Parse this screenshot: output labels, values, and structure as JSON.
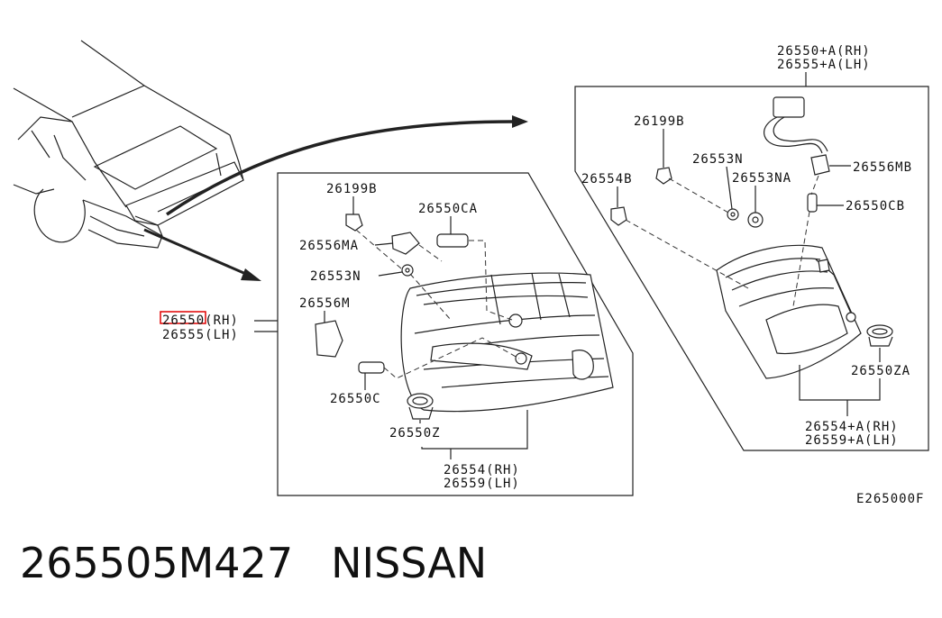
{
  "labels": {
    "main_rh": "26550(RH)",
    "main_lh": "26555(LH)",
    "p26199b": "26199B",
    "p26550ca": "26550CA",
    "p26556ma": "26556MA",
    "p26553n": "26553N",
    "p26556m": "26556M",
    "p26550c": "26550C",
    "p26550z": "26550Z",
    "p26554rh": "26554(RH)",
    "p26559lh": "26559(LH)",
    "r_top_rh": "26550+A(RH)",
    "r_top_lh": "26555+A(LH)",
    "r_26199b": "26199B",
    "r_26553n": "26553N",
    "r_26554b": "26554B",
    "r_26553na": "26553NA",
    "r_26556mb": "26556MB",
    "r_26550cb": "26550CB",
    "r_26550za": "26550ZA",
    "r_26554a_rh": "26554+A(RH)",
    "r_26559a_lh": "26559+A(LH)",
    "diagram_code": "E265000F"
  },
  "footer": {
    "part_number": "265505M427",
    "brand": "NISSAN"
  },
  "colors": {
    "highlight": "#e00000",
    "line": "#222222"
  }
}
